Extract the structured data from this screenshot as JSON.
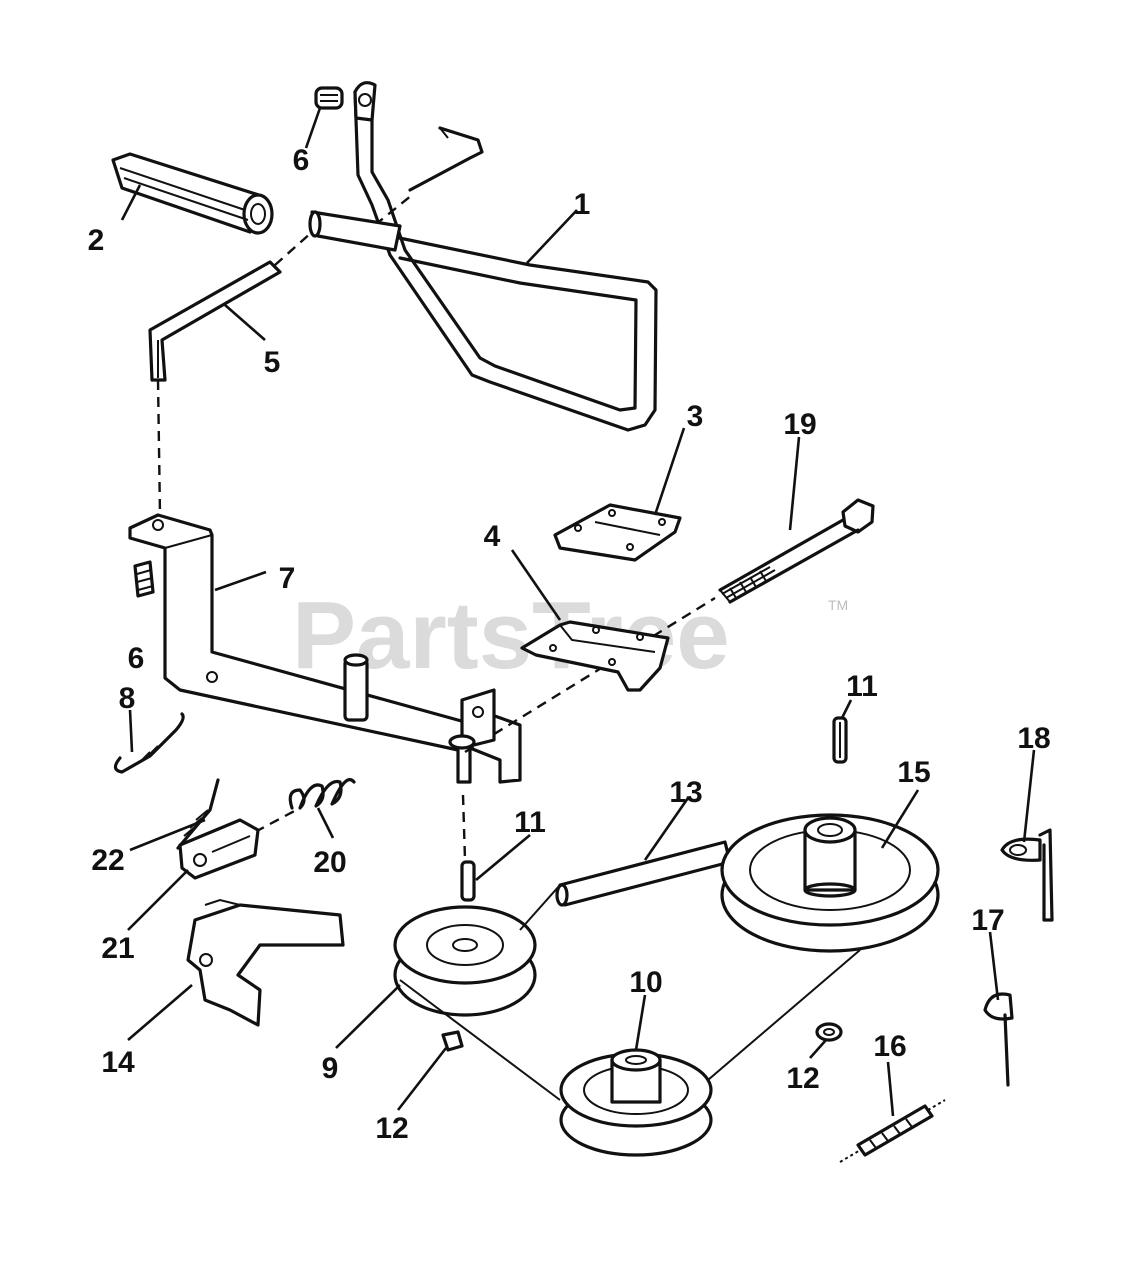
{
  "watermark": {
    "text": "PartsTree",
    "trademark": "TM"
  },
  "labels": {
    "l1": "1",
    "l2": "2",
    "l3": "3",
    "l4": "4",
    "l5": "5",
    "l6a": "6",
    "l6b": "6",
    "l7": "7",
    "l8": "8",
    "l9": "9",
    "l10": "10",
    "l11a": "11",
    "l11b": "11",
    "l12a": "12",
    "l12b": "12",
    "l13": "13",
    "l14": "14",
    "l15": "15",
    "l16": "16",
    "l17": "17",
    "l18": "18",
    "l19": "19",
    "l20": "20",
    "l21": "21",
    "l22": "22"
  }
}
